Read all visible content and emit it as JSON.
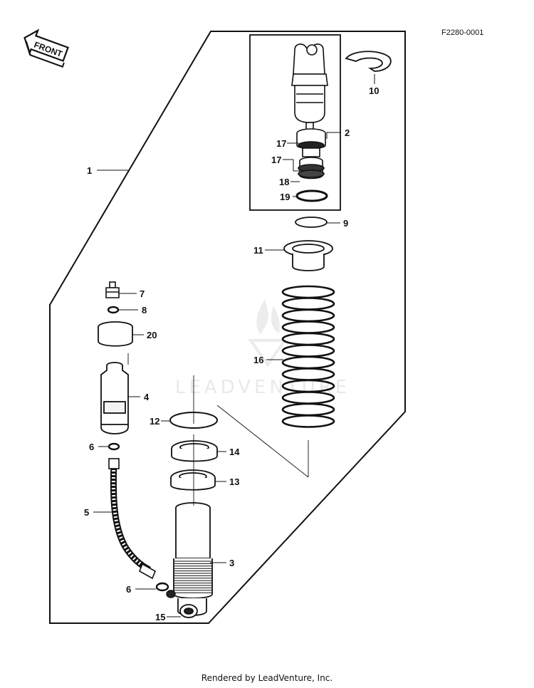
{
  "diagram_code": "F2280-0001",
  "front_label": "FRONT",
  "watermark": "LEADVENTURE",
  "footer": "Rendered by LeadVenture, Inc.",
  "callouts": {
    "c1": "1",
    "c2": "2",
    "c3": "3",
    "c4": "4",
    "c5": "5",
    "c6a": "6",
    "c6b": "6",
    "c7": "7",
    "c8": "8",
    "c9": "9",
    "c10": "10",
    "c11": "11",
    "c12": "12",
    "c13": "13",
    "c14": "14",
    "c15": "15",
    "c16": "16",
    "c17a": "17",
    "c17b": "17",
    "c18": "18",
    "c19": "19",
    "c20": "20"
  }
}
